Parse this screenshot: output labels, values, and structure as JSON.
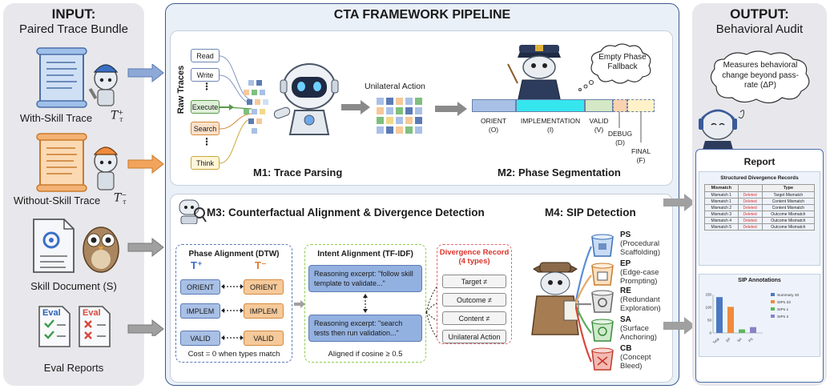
{
  "input": {
    "title": "INPUT:",
    "subtitle": "Paired Trace Bundle",
    "items": [
      {
        "label": "With-Skill Trace"
      },
      {
        "label": "Without-Skill Trace"
      },
      {
        "label": "Skill Document (S)"
      },
      {
        "label": "Eval Reports"
      }
    ],
    "eval_doc_text": "Eval",
    "with_sym": "T",
    "with_sub": "τ",
    "with_sup": "+",
    "without_sym": "T",
    "without_sub": "τ",
    "without_sup": "−"
  },
  "pipeline": {
    "title": "CTA FRAMEWORK PIPELINE",
    "raw_traces": "Raw Traces",
    "tools": [
      "Read",
      "Write",
      "Execute",
      "Search",
      "Think"
    ],
    "ellipsis": "⋮",
    "unilateral_action": "Unilateral Action",
    "m1": "M1: Trace Parsing",
    "m2": "M2: Phase Segmentation",
    "empty_phase": "Empty Phase Fallback",
    "phases": [
      {
        "name": "ORIENT",
        "abbr": "(O)"
      },
      {
        "name": "IMPLEMENTATION",
        "abbr": "(I)"
      },
      {
        "name": "VALID",
        "abbr": "(V)"
      },
      {
        "name": "DEBUG",
        "abbr": "(D)"
      },
      {
        "name": "FINAL",
        "abbr": "(F)"
      }
    ],
    "m3": "M3: Counterfactual Alignment & Divergence Detection",
    "m4": "M4: SIP Detection",
    "dtw": {
      "title": "Phase Alignment (DTW)",
      "t_plus": "T⁺",
      "t_minus": "T⁻",
      "rows": [
        {
          "left": "ORIENT",
          "right": "ORIENT"
        },
        {
          "left": "IMPLEM",
          "right": "IMPLEM"
        },
        {
          "left": "VALID",
          "right": "VALID"
        }
      ],
      "footer": "Cost = 0 when types match"
    },
    "tfidf": {
      "title": "Intent Alignment (TF-IDF)",
      "excerpt1": "Reasoning excerpt: \"follow skill template to validate...\"",
      "excerpt2": "Reasoning excerpt: \"search tests then run validation...\"",
      "footer": "Aligned if cosine ≥ 0.5"
    },
    "divergence": {
      "title": "Divergence Record",
      "subtitle": "(4 types)",
      "items": [
        "Target ≠",
        "Outcome ≠",
        "Content ≠",
        "Unilateral Action"
      ]
    },
    "sip": [
      {
        "code": "PS",
        "desc": "(Procedural Scaffolding)"
      },
      {
        "code": "EP",
        "desc": "(Edge-case Prompting)"
      },
      {
        "code": "RE",
        "desc": "(Redundant Exploration)"
      },
      {
        "code": "SA",
        "desc": "(Surface Anchoring)"
      },
      {
        "code": "CB",
        "desc": "(Concept Bleed)"
      }
    ]
  },
  "output": {
    "title": "OUTPUT:",
    "subtitle": "Behavioral Audit",
    "bubble": "Measures behavioral change beyond pass-rate (ΔP)",
    "report_title": "Report",
    "records_title": "Structured Divergence Records",
    "table_headers": [
      "Mismatch",
      "",
      "Type"
    ],
    "table_rows": [
      {
        "m": "Mismatch 1",
        "s": "Deleted",
        "t": "Target Mismatch"
      },
      {
        "m": "Mismatch 1",
        "s": "Deleted",
        "t": "Content Mismatch"
      },
      {
        "m": "Mismatch 2",
        "s": "Deleted",
        "t": "Content Mismatch"
      },
      {
        "m": "Mismatch 3",
        "s": "Deleted",
        "t": "Outcome Mismatch"
      },
      {
        "m": "Mismatch 4",
        "s": "Deleted",
        "t": "Outcome Mismatch"
      },
      {
        "m": "Mismatch 5",
        "s": "Deleted",
        "t": "Outcome Mismatch"
      }
    ],
    "sip_annot_title": "SIP Annotations"
  },
  "chart_data": {
    "type": "bar",
    "categories": [
      "Total",
      "EP",
      "SA",
      "PS"
    ],
    "values": [
      140,
      102,
      14,
      23
    ],
    "colors": [
      "#4a78c2",
      "#f08a3c",
      "#5cb85c",
      "#8a82c8"
    ],
    "yticks": [
      0,
      50,
      100,
      150
    ],
    "ylim": [
      0,
      150
    ],
    "legend": [
      "Summary 33",
      "SIPs 23",
      "SIPs 1",
      "SIPs 2"
    ],
    "legend_placement": "right"
  }
}
